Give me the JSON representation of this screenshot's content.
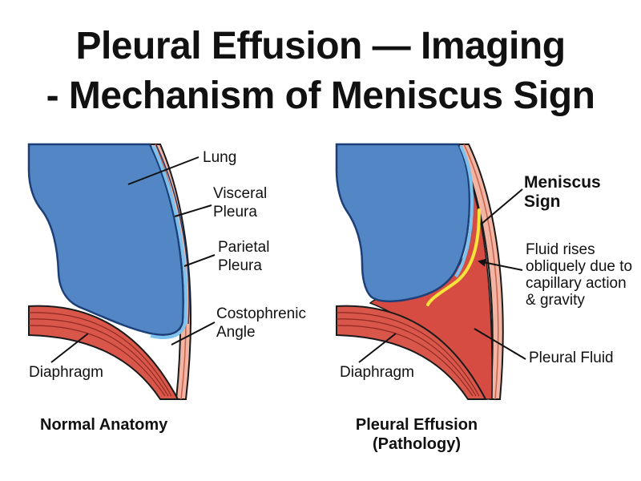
{
  "title": {
    "line1": "Pleural Effusion — Imaging",
    "line2": "- Mechanism of Meniscus Sign"
  },
  "left_panel": {
    "labels": {
      "lung": "Lung",
      "visceral_1": "Visceral",
      "visceral_2": "Pleura",
      "parietal_1": "Parietal",
      "parietal_2": "Pleura",
      "costophrenic_1": "Costophrenic",
      "costophrenic_2": "Angle",
      "diaphragm": "Diaphragm"
    },
    "caption": "Normal Anatomy"
  },
  "right_panel": {
    "labels": {
      "meniscus_1": "Meniscus",
      "meniscus_2": "Sign",
      "fluid_note_1": "Fluid rises",
      "fluid_note_2": "obliquely due to",
      "fluid_note_3": "capillary action",
      "fluid_note_4": "& gravity",
      "pleural_fluid": "Pleural Fluid",
      "diaphragm": "Diaphragm"
    },
    "caption_1": "Pleural Effusion",
    "caption_2": "(Pathology)"
  },
  "colors": {
    "lung_fill": "#5286c4",
    "lung_outline": "#1d3f78",
    "pleura_blue": "#7dc2ee",
    "chest_wall": "#f2b5a3",
    "muscle": "#d9564a",
    "fluid": "#d64c42",
    "meniscus": "#f7e33b"
  }
}
